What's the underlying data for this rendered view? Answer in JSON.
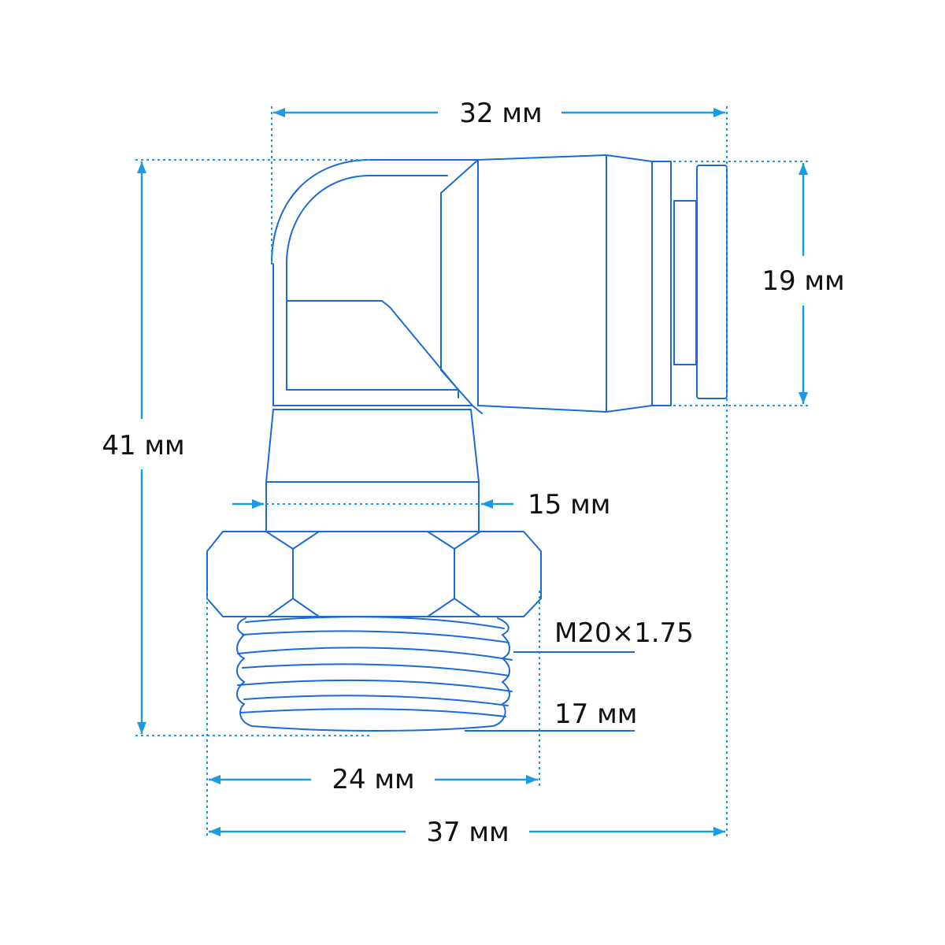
{
  "colors": {
    "part_line": "#1a6bd6",
    "dimension": "#1a9be6",
    "text": "#111111"
  },
  "dimensions": {
    "top_width": "32 мм",
    "height": "41 мм",
    "outlet_diameter": "19 мм",
    "neck_diameter": "15 мм",
    "hex_size": "24 мм",
    "overall_width": "37 мм"
  },
  "thread": {
    "spec": "M20×1.75",
    "length": "17 мм"
  }
}
